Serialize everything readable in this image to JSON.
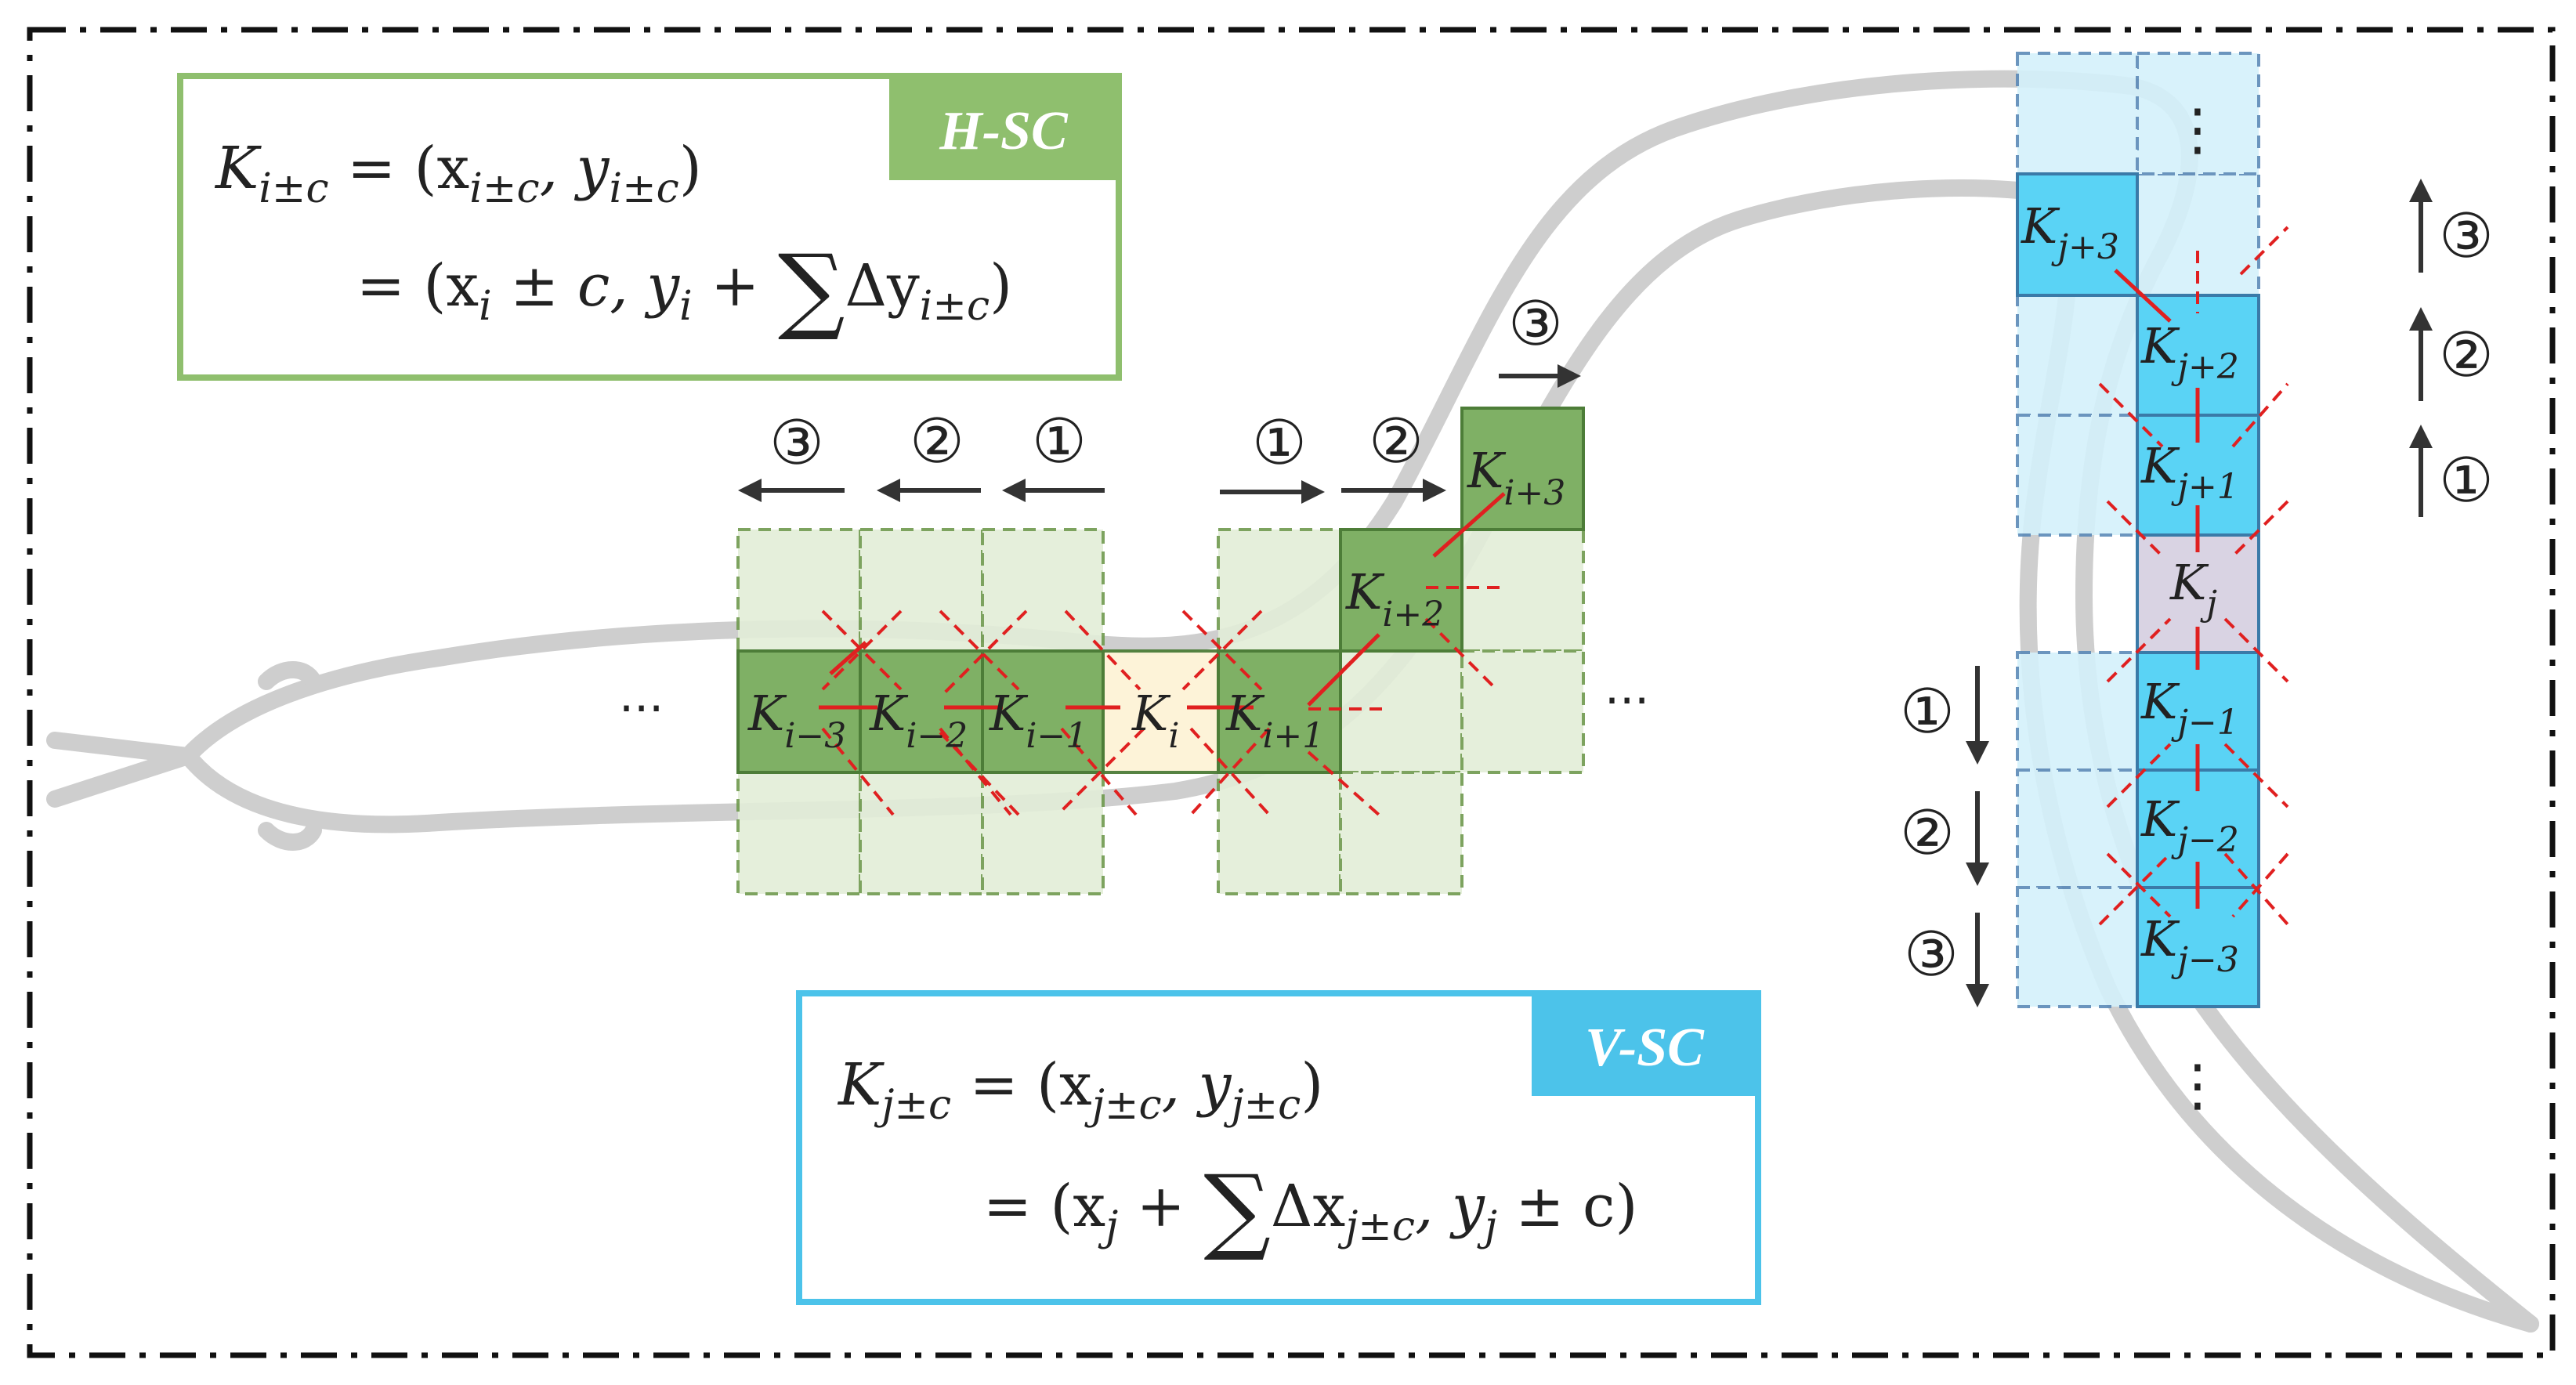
{
  "colors": {
    "green_box_border": "#8fbf6e",
    "green_tag": "#8fbf6e",
    "green_solid_cell": "#7fb065",
    "green_dashed_cell": "#e3eed8",
    "green_dashed_border": "#6f9a4e",
    "center_h_cell": "#fdf3d6",
    "blue_box_border": "#4cc3ea",
    "blue_tag": "#4cc3ea",
    "blue_solid_cell": "#5ad3f5",
    "blue_dashed_cell": "#d4f1fb",
    "blue_dashed_border": "#5b8ab8",
    "center_v_cell": "#d9d3e3",
    "red_line": "#e02020",
    "arrow": "#333333",
    "frame": "#111111",
    "silhouette": "#c8c8c8"
  },
  "h_sc": {
    "tag": "H-SC",
    "eq1_lhs": "K",
    "eq1_lhs_sub": "i±c",
    "eq1_rhs": "= (x",
    "eq1_rhs_sub1": "i±c",
    "eq1_rhs_mid": ", y",
    "eq1_rhs_sub2": "i±c",
    "eq1_rhs_end": ")",
    "eq2_a": "= (x",
    "eq2_a_sub": "i",
    "eq2_b": " ± c, y",
    "eq2_b_sub": "i",
    "eq2_c": " + ",
    "eq2_sum": "∑",
    "eq2_d": "Δy",
    "eq2_d_sub": "i±c",
    "eq2_e": ")"
  },
  "v_sc": {
    "tag": "V-SC",
    "eq1_lhs": "K",
    "eq1_lhs_sub": "j±c",
    "eq1_rhs": "= (x",
    "eq1_rhs_sub1": "j±c",
    "eq1_rhs_mid": ", y",
    "eq1_rhs_sub2": "j±c",
    "eq1_rhs_end": ")",
    "eq2_a": "= (x",
    "eq2_a_sub": "j",
    "eq2_b": " + ",
    "eq2_sum": "∑",
    "eq2_c": "Δx",
    "eq2_c_sub": "j±c",
    "eq2_d": ", y",
    "eq2_d_sub": "j",
    "eq2_e": " ± c)"
  },
  "horizontal_cells": [
    {
      "base": "K",
      "sub": "i−3"
    },
    {
      "base": "K",
      "sub": "i−2"
    },
    {
      "base": "K",
      "sub": "i−1"
    },
    {
      "base": "K",
      "sub": "i"
    },
    {
      "base": "K",
      "sub": "i+1"
    },
    {
      "base": "K",
      "sub": "i+2"
    },
    {
      "base": "K",
      "sub": "i+3"
    }
  ],
  "vertical_cells": [
    {
      "base": "K",
      "sub": "j+3"
    },
    {
      "base": "K",
      "sub": "j+2"
    },
    {
      "base": "K",
      "sub": "j+1"
    },
    {
      "base": "K",
      "sub": "j"
    },
    {
      "base": "K",
      "sub": "j−1"
    },
    {
      "base": "K",
      "sub": "j−2"
    },
    {
      "base": "K",
      "sub": "j−3"
    }
  ],
  "step_labels": [
    "①",
    "②",
    "③"
  ],
  "ellipsis_h": "···",
  "ellipsis_v": "⋮"
}
